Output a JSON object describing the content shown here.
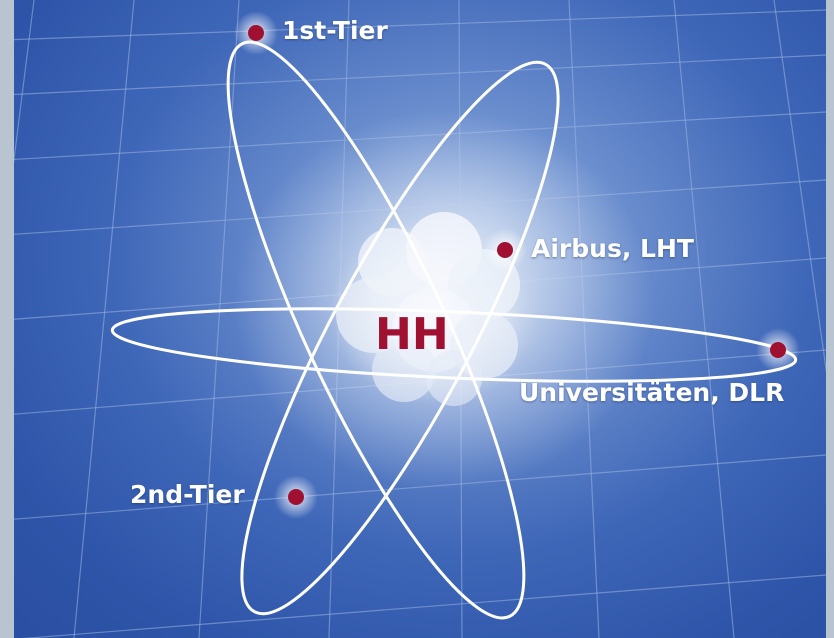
{
  "diagram": {
    "center": {
      "label": "HH"
    },
    "nodes": [
      {
        "id": "first-tier",
        "label": "1st-Tier"
      },
      {
        "id": "airbus-lht",
        "label": "Airbus, LHT"
      },
      {
        "id": "universities-dlr",
        "label": "Universitäten, DLR"
      },
      {
        "id": "second-tier",
        "label": "2nd-Tier"
      }
    ]
  },
  "colors": {
    "background_top": "#2a4ea2",
    "background_glow": "#a9c1e6",
    "node_dot": "#a01030",
    "center_text": "#a01030",
    "orbit": "#ffffff",
    "frame": "#b8c4d0"
  }
}
